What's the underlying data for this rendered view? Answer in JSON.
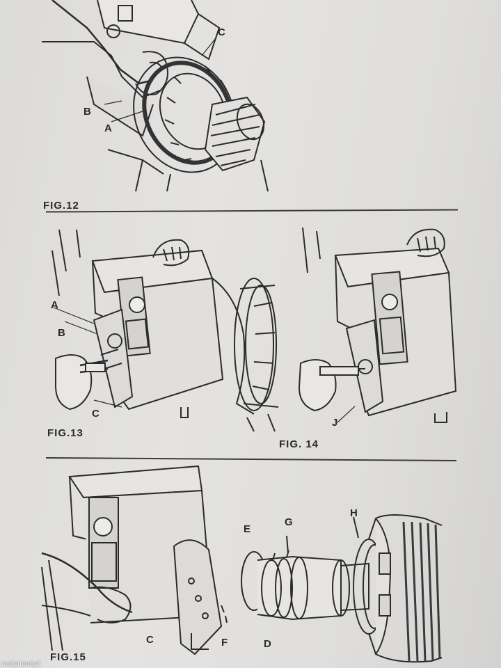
{
  "figures": {
    "fig12": {
      "caption": "FIG.12",
      "callouts": {
        "a": "A",
        "b": "B",
        "c": "C"
      }
    },
    "fig13": {
      "caption": "FIG.13",
      "callouts": {
        "a": "A",
        "b": "B",
        "c": "C"
      }
    },
    "fig14": {
      "caption": "FIG. 14",
      "callouts": {
        "j": "J"
      }
    },
    "fig15": {
      "caption": "FIG.15",
      "callouts": {
        "c": "C",
        "d": "D",
        "e": "E",
        "f": "F",
        "g": "G",
        "h": "H"
      }
    }
  },
  "watermark": "mollymonty2"
}
